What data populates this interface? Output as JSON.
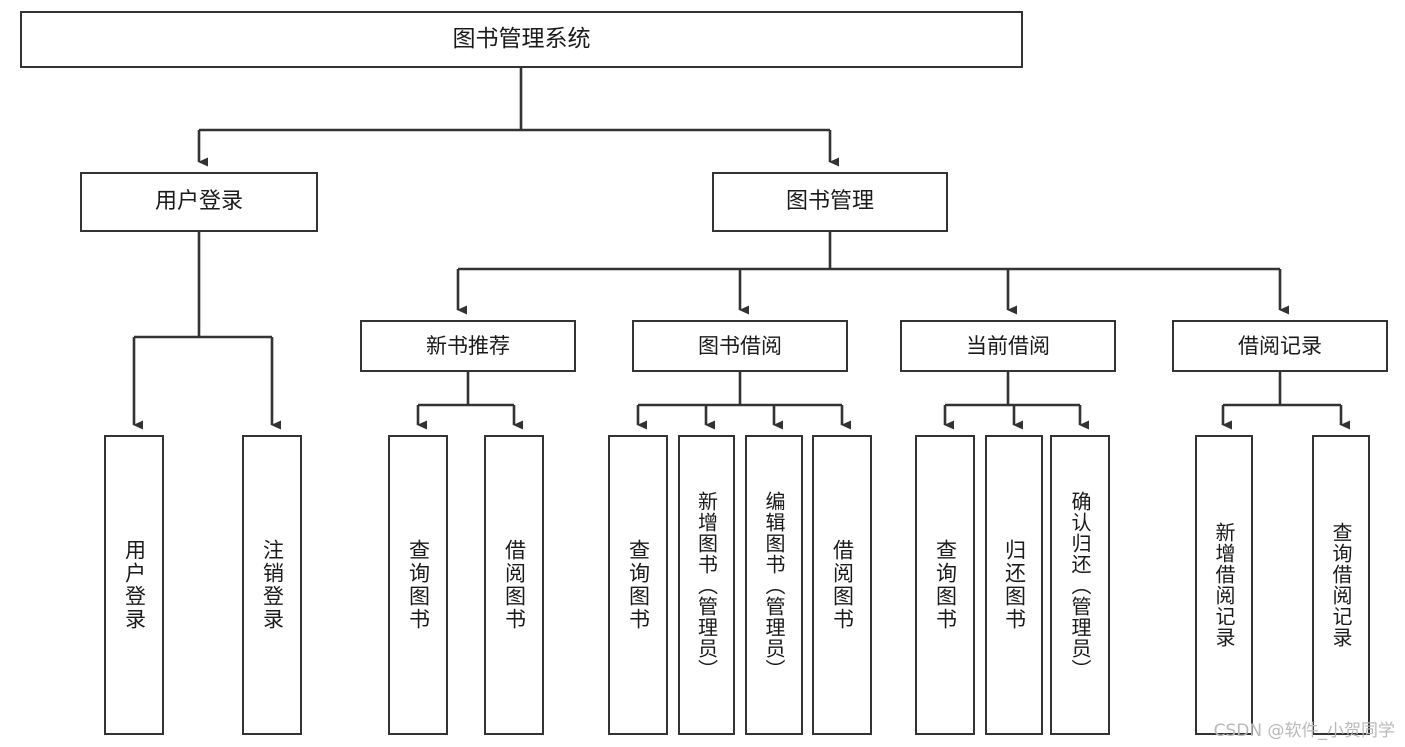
{
  "diagram": {
    "title": "图书管理系统",
    "type": "功能结构图",
    "watermark": "CSDN @软件_小贺同学",
    "root": {
      "id": "root",
      "label": "图书管理系统"
    },
    "level1": [
      {
        "id": "user-login",
        "label": "用户登录"
      },
      {
        "id": "book-management",
        "label": "图书管理"
      }
    ],
    "level2": [
      {
        "id": "new-book-recommend",
        "label": "新书推荐",
        "parent": "book-management"
      },
      {
        "id": "book-borrow",
        "label": "图书借阅",
        "parent": "book-management"
      },
      {
        "id": "current-borrow",
        "label": "当前借阅",
        "parent": "book-management"
      },
      {
        "id": "borrow-record",
        "label": "借阅记录",
        "parent": "book-management"
      }
    ],
    "leaves": [
      {
        "id": "leaf-user-login",
        "label": "用户登录",
        "parent": "user-login"
      },
      {
        "id": "leaf-logout-login",
        "label": "注销登录",
        "parent": "user-login"
      },
      {
        "id": "leaf-query-book-1",
        "label": "查询图书",
        "parent": "new-book-recommend"
      },
      {
        "id": "leaf-borrow-book-1",
        "label": "借阅图书",
        "parent": "new-book-recommend"
      },
      {
        "id": "leaf-query-book-2",
        "label": "查询图书",
        "parent": "book-borrow"
      },
      {
        "id": "leaf-add-book",
        "label": "新增图书（管理员）",
        "parent": "book-borrow"
      },
      {
        "id": "leaf-edit-book",
        "label": "编辑图书（管理员）",
        "parent": "book-borrow"
      },
      {
        "id": "leaf-borrow-book-2",
        "label": "借阅图书",
        "parent": "book-borrow"
      },
      {
        "id": "leaf-query-book-3",
        "label": "查询图书",
        "parent": "current-borrow"
      },
      {
        "id": "leaf-return-book",
        "label": "归还图书",
        "parent": "current-borrow"
      },
      {
        "id": "leaf-confirm-return",
        "label": "确认归还（管理员）",
        "parent": "current-borrow"
      },
      {
        "id": "leaf-add-record",
        "label": "新增借阅记录",
        "parent": "borrow-record"
      },
      {
        "id": "leaf-query-record",
        "label": "查询借阅记录",
        "parent": "borrow-record"
      }
    ],
    "colors": {
      "border": "#333333",
      "text": "#1a1a1a",
      "background": "#ffffff",
      "edge": "#333333",
      "watermark": "#b9b9b9"
    }
  }
}
